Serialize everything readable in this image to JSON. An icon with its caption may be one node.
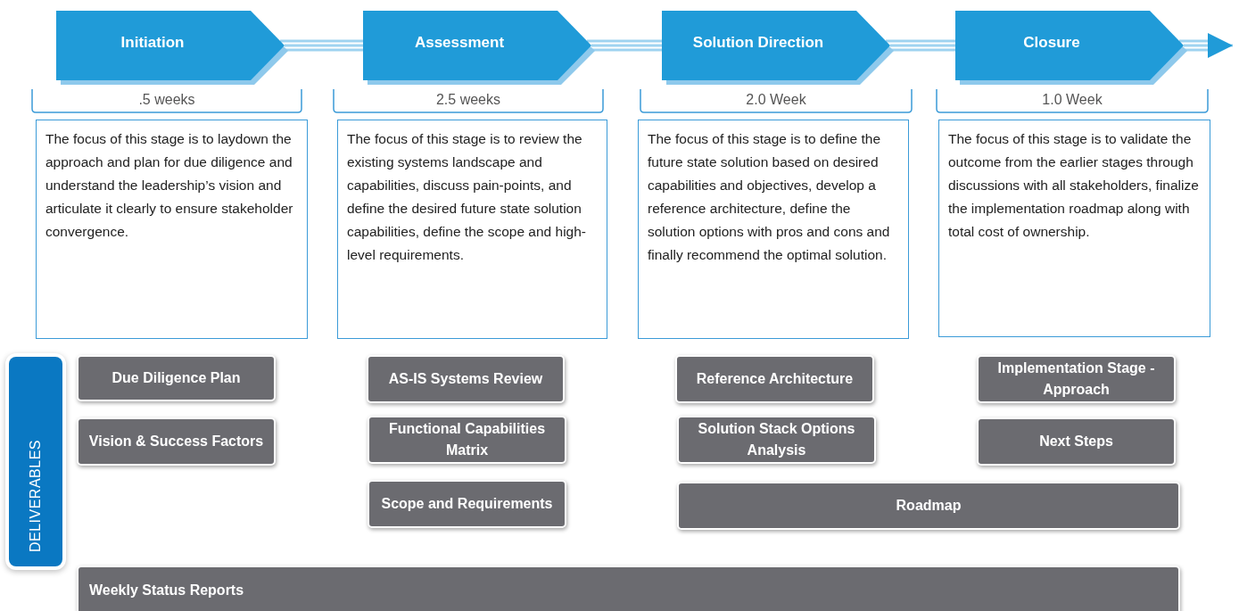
{
  "diagram": {
    "nodes": [
      {
        "text": [
          "Initiation"
        ],
        "beside": [
          ".5 weeks"
        ]
      },
      {
        "text": [
          "Assessment"
        ],
        "beside": [
          "2.5 weeks"
        ]
      },
      {
        "text": [
          "Solution Direction"
        ],
        "beside": [
          "2.0 Week"
        ]
      },
      {
        "text": [
          "Closure"
        ],
        "beside": [
          "1.0 Week"
        ]
      },
      {
        "text": [
          "The focus of this stage is to laydown the approach and plan for due diligence and understand the leadership’s vision and articulate it clearly to ensure stakeholder convergence."
        ]
      },
      {
        "text": [
          "The focus of this stage is to review the existing systems landscape and capabilities, discuss pain-points, and define the desired future state solution capabilities, define the scope and high-level requirements."
        ]
      },
      {
        "text": [
          "The focus of this stage is to define the future state solution based on desired capabilities and objectives, develop a reference architecture, define the solution options with pros and cons and finally recommend the optimal solution."
        ]
      },
      {
        "text": [
          "The focus of this stage is to validate the outcome from the earlier stages through discussions with all stakeholders, finalize the implementation roadmap along with total cost of ownership."
        ]
      },
      {
        "text": [
          "DELIVERABLES"
        ]
      },
      {
        "text": [
          "Due Diligence Plan"
        ]
      },
      {
        "text": [
          "AS-IS Systems Review"
        ]
      },
      {
        "text": [
          "Reference Architecture"
        ]
      },
      {
        "text": [
          "Implementation Stage - Approach"
        ]
      },
      {
        "text": [
          "Vision & Success Factors"
        ]
      },
      {
        "text": [
          "Functional Capabilities Matrix"
        ]
      },
      {
        "text": [
          "Solution Stack Options Analysis"
        ]
      },
      {
        "text": [
          "Next Steps"
        ]
      },
      {
        "text": [
          "Scope and Requirements"
        ]
      },
      {
        "text": [
          "Roadmap"
        ]
      },
      {
        "text": [
          "Weekly Status Reports"
        ]
      }
    ],
    "edges": [
      {
        "from": 0,
        "to": 1,
        "arrow": "none"
      },
      {
        "from": 1,
        "to": 2,
        "arrow": "none"
      },
      {
        "from": 2,
        "to": 3,
        "arrow": "none"
      },
      {
        "from": 3,
        "to": null,
        "arrow": "to"
      }
    ]
  }
}
